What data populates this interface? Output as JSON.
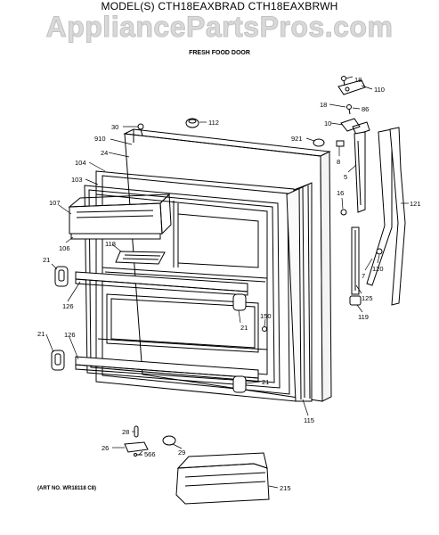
{
  "header": {
    "model_line": "MODEL(S) CTH18EAXBRAD  CTH18EAXBRWH",
    "watermark": "AppliancePartsPros.com",
    "section_title": "FRESH FOOD DOOR"
  },
  "footer": {
    "art_number": "(ART NO. WR18118 C8)"
  },
  "callouts": {
    "c18a": "18",
    "c110": "110",
    "c18b": "18",
    "c86": "86",
    "c30": "30",
    "c112": "112",
    "c10": "10",
    "c910": "910",
    "c921": "921",
    "c24": "24",
    "c8": "8",
    "c104": "104",
    "c5": "5",
    "c103": "103",
    "c16": "16",
    "c121": "121",
    "c107": "107",
    "c7": "7",
    "c106": "106",
    "c118": "118",
    "c120": "120",
    "c21a": "21",
    "c126a": "126",
    "c125": "125",
    "c150": "150",
    "c119": "119",
    "c21b": "21",
    "c21c": "21",
    "c126b": "126",
    "c21d": "21",
    "c115": "115",
    "c28": "28",
    "c26": "26",
    "c566": "566",
    "c29": "29",
    "c215": "215"
  }
}
